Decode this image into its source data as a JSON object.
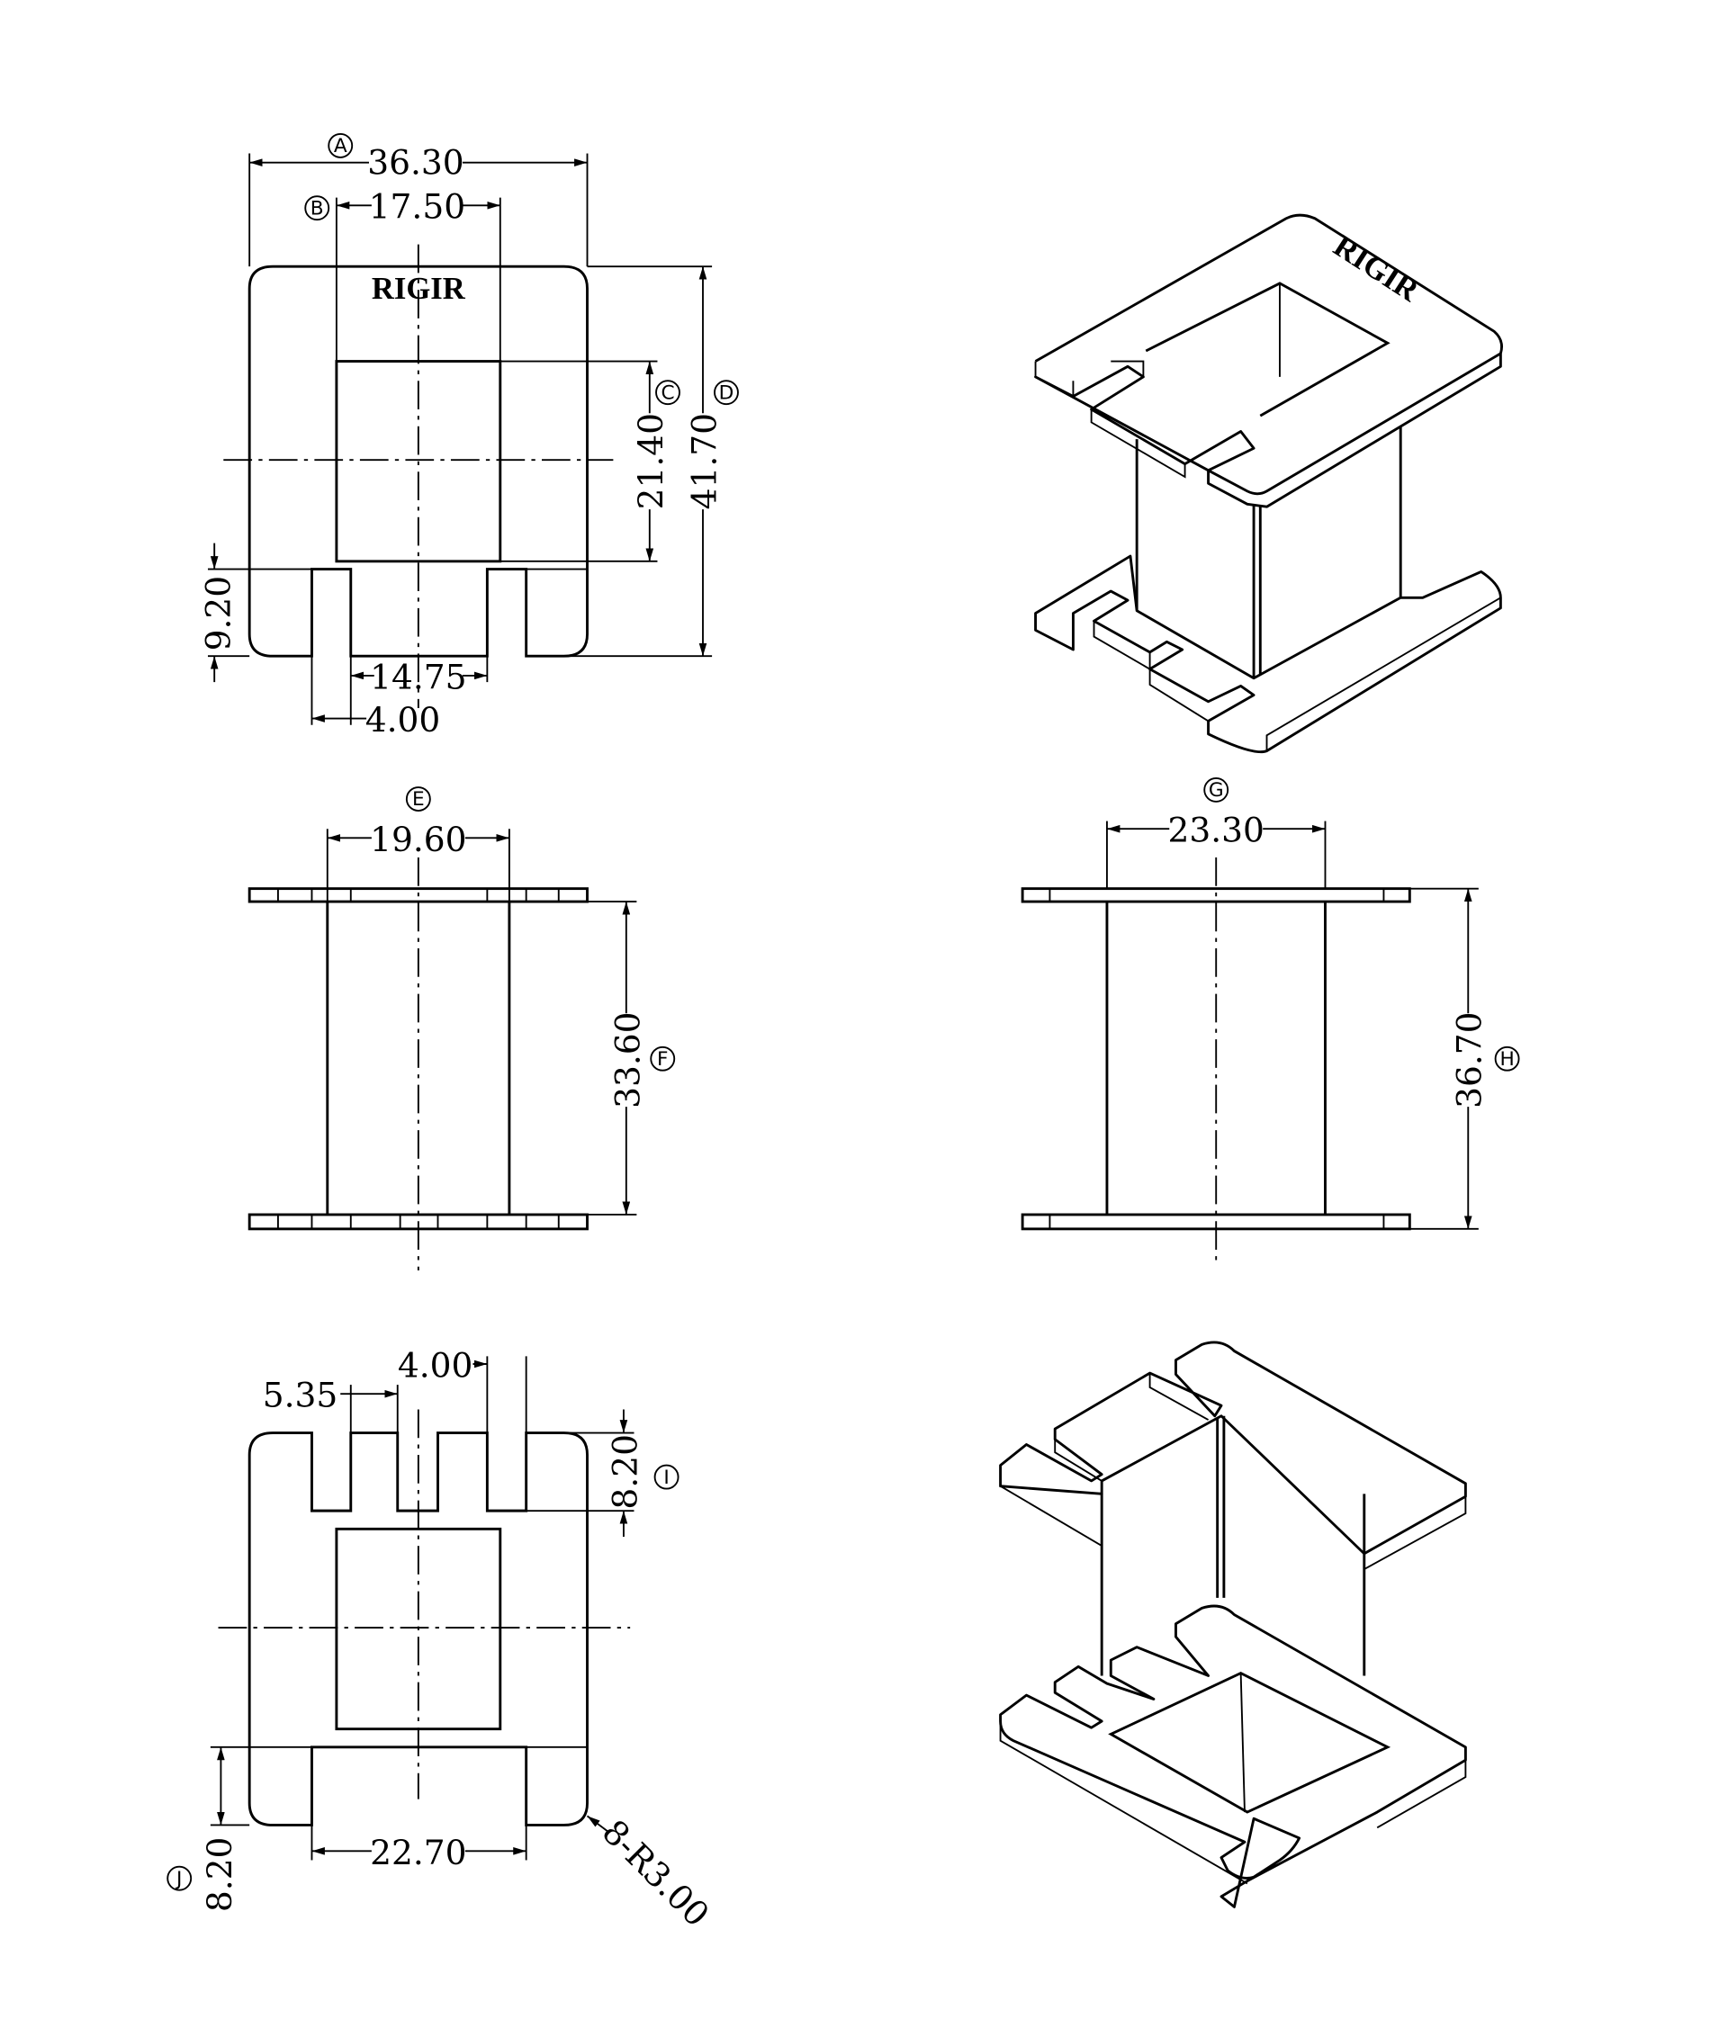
{
  "brand": "RIGIR",
  "top_view": {
    "dims": {
      "A": "36.30",
      "B": "17.50",
      "C": "21.40",
      "D": "41.70",
      "tab_h": "9.20",
      "slot_span": "14.75",
      "slot_w": "4.00"
    },
    "labels": {
      "A": "A",
      "B": "B",
      "C": "C",
      "D": "D"
    }
  },
  "side_view_1": {
    "dims": {
      "E": "19.60",
      "F": "33.60"
    },
    "labels": {
      "E": "E",
      "F": "F"
    }
  },
  "side_view_2": {
    "dims": {
      "G": "23.30",
      "H": "36.70"
    },
    "labels": {
      "G": "G",
      "H": "H"
    }
  },
  "bottom_view": {
    "dims": {
      "pin_pitch": "5.35",
      "pin_w": "4.00",
      "I": "8.20",
      "J": "8.20",
      "span": "22.70",
      "radius": "8-R3.00"
    },
    "labels": {
      "I": "I",
      "J": "J"
    }
  }
}
